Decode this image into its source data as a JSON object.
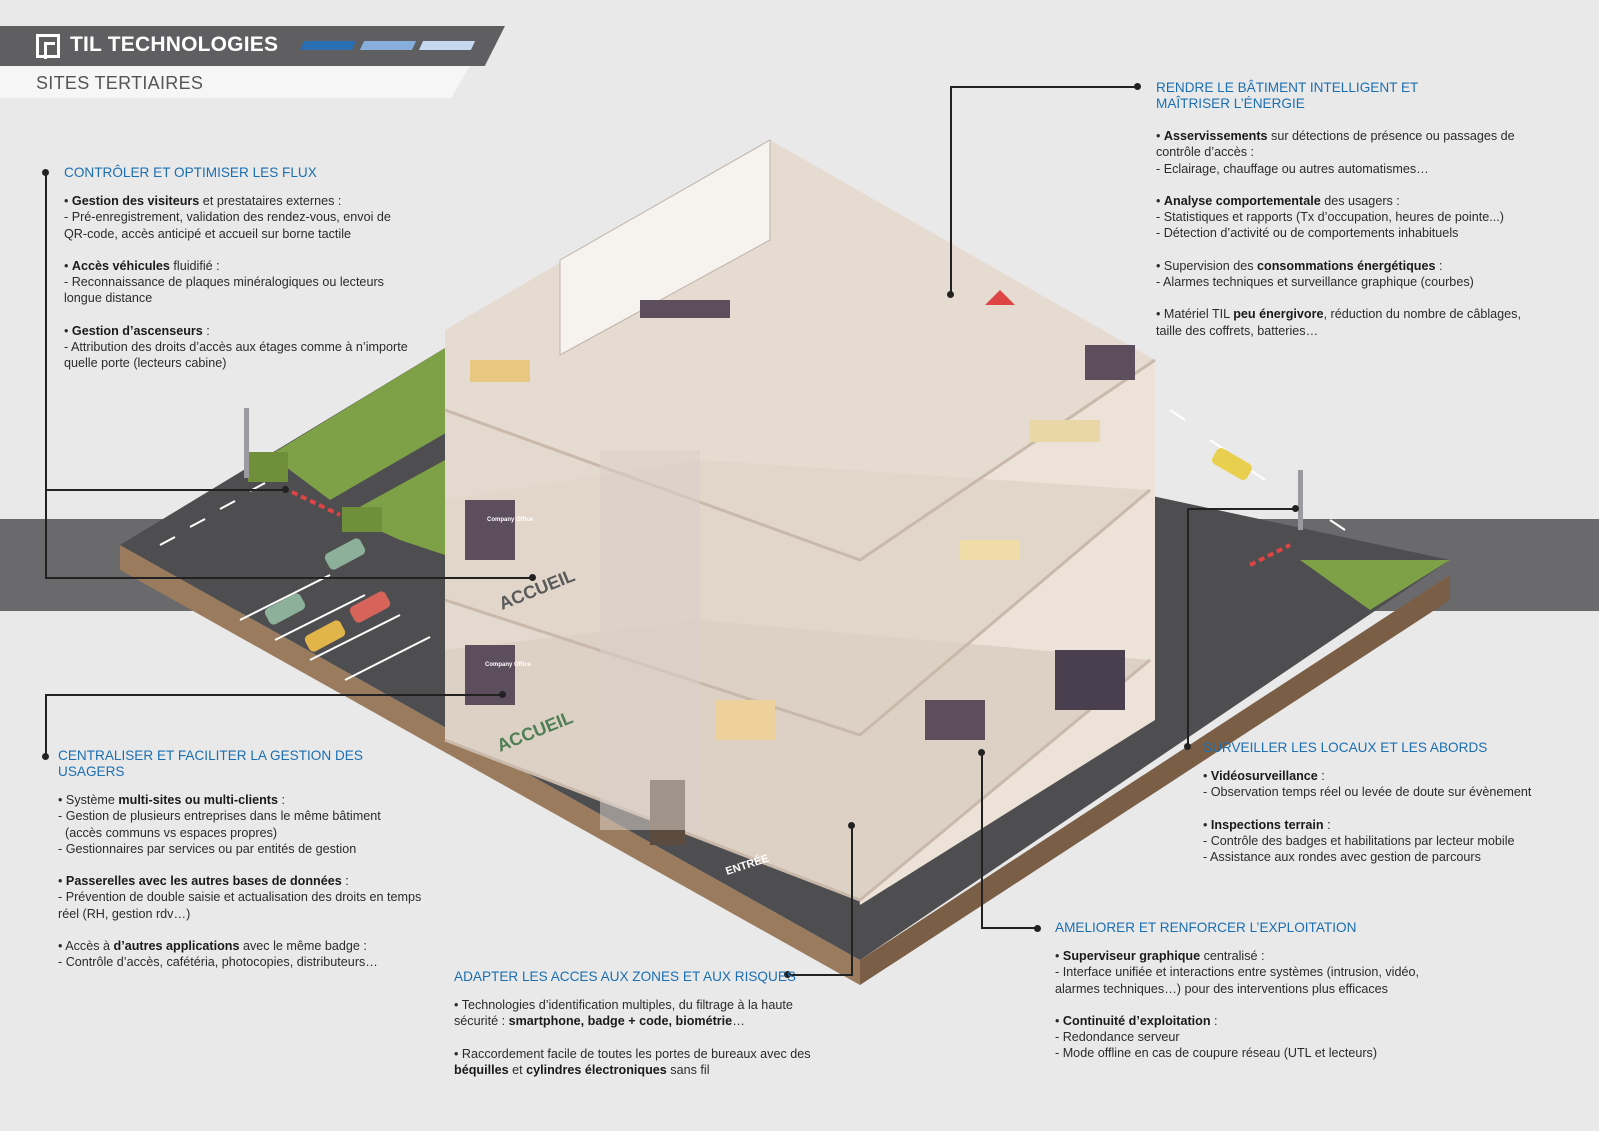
{
  "header": {
    "brand": "TIL TECHNOLOGIES",
    "subtitle": "SITES TERTIAIRES",
    "stripe_colors": [
      "#2a6fb3",
      "#88aedb",
      "#c6d8ef"
    ]
  },
  "colors": {
    "accent": "#1b6fb1",
    "band": "#6a6a6c",
    "grass": "#7ea047",
    "road": "#4e4e50"
  },
  "illustration": {
    "labels": {
      "accueil_upper": "ACCUEIL",
      "accueil_lower": "ACCUEIL",
      "entree": "ENTRÉE",
      "company_office": "Company Office"
    }
  },
  "flux": {
    "title": "CONTRÔLER ET OPTIMISER LES FLUX",
    "p1_bold": "Gestion des visiteurs",
    "p1_rest": " et prestataires externes :",
    "p1_line": "- Pré-enregistrement, validation des rendez-vous, envoi de QR-code, accès anticipé et accueil sur borne tactile",
    "p2_bold": "Accès véhicules",
    "p2_rest": " fluidifié :",
    "p2_line": "- Reconnaissance de plaques minéralogiques ou lecteurs longue distance",
    "p3_bold": "Gestion d’ascenseurs",
    "p3_rest": " :",
    "p3_line": "- Attribution des droits d’accès aux étages comme à n’importe quelle porte (lecteurs cabine)"
  },
  "usagers": {
    "title": "CENTRALISER ET FACILITER LA GESTION DES USAGERS",
    "p1_pre": "Système ",
    "p1_bold": "multi-sites ou multi-clients",
    "p1_rest": " :",
    "p1_l1": "- Gestion de plusieurs entreprises dans le même bâtiment",
    "p1_l2": "(accès communs vs espaces propres)",
    "p1_l3": "- Gestionnaires par services ou par entités de gestion",
    "p2_bold": "Passerelles avec les autres bases de données",
    "p2_rest": " :",
    "p2_line": "- Prévention de double saisie et actualisation des droits en temps réel (RH, gestion rdv…)",
    "p3_pre": "Accès à ",
    "p3_bold": "d’autres applications",
    "p3_rest": " avec le même badge :",
    "p3_line": "- Contrôle d’accès, cafétéria, photocopies, distributeurs…"
  },
  "acces": {
    "title": "ADAPTER LES ACCES AUX ZONES ET AUX RISQUES",
    "p1_text": "Technologies d’identification multiples, du filtrage à la haute sécurité : ",
    "p1_bold": "smartphone, badge + code, biométrie",
    "p1_rest": "…",
    "p2_text": "Raccordement facile de toutes les portes de bureaux avec des ",
    "p2_bold1": "béquilles",
    "p2_mid": " et ",
    "p2_bold2": "cylindres électroniques",
    "p2_rest": " sans fil"
  },
  "energie": {
    "title": "RENDRE LE BÂTIMENT INTELLIGENT ET MAÎTRISER L’ÉNERGIE",
    "p1_bold": "Asservissements",
    "p1_rest": " sur détections de présence ou passages de contrôle d’accès :",
    "p1_line": "- Eclairage, chauffage ou autres automatismes…",
    "p2_bold": "Analyse comportementale",
    "p2_rest": " des usagers :",
    "p2_l1": "- Statistiques et rapports (Tx d’occupation, heures de pointe...)",
    "p2_l2": "- Détection d’activité ou de comportements inhabituels",
    "p3_pre": "Supervision des ",
    "p3_bold": "consommations énergétiques",
    "p3_rest": " :",
    "p3_line": "-  Alarmes techniques et surveillance graphique (courbes)",
    "p4_pre": "Matériel TIL ",
    "p4_bold": "peu énergivore",
    "p4_rest": ", réduction du nombre de câblages, taille des coffrets, batteries…"
  },
  "surveiller": {
    "title": "SURVEILLER LES LOCAUX ET LES ABORDS",
    "p1_bold": "Vidéosurveillance",
    "p1_rest": " :",
    "p1_line": "- Observation temps réel ou levée de doute sur évènement",
    "p2_bold": "Inspections terrain",
    "p2_rest": " :",
    "p2_l1": "- Contrôle des badges et habilitations par lecteur mobile",
    "p2_l2": "- Assistance aux rondes avec gestion de parcours"
  },
  "exploitation": {
    "title": "AMELIORER ET RENFORCER L’EXPLOITATION",
    "p1_bold": "Superviseur graphique",
    "p1_rest": " centralisé :",
    "p1_l1": "- Interface unifiée et interactions entre systèmes (intrusion, vidéo,",
    "p1_l2": "alarmes techniques…) pour des interventions plus efficaces",
    "p2_bold": "Continuité d’exploitation",
    "p2_rest": " :",
    "p2_l1": "- Redondance serveur",
    "p2_l2": "- Mode offline en cas de coupure réseau (UTL et lecteurs)"
  }
}
